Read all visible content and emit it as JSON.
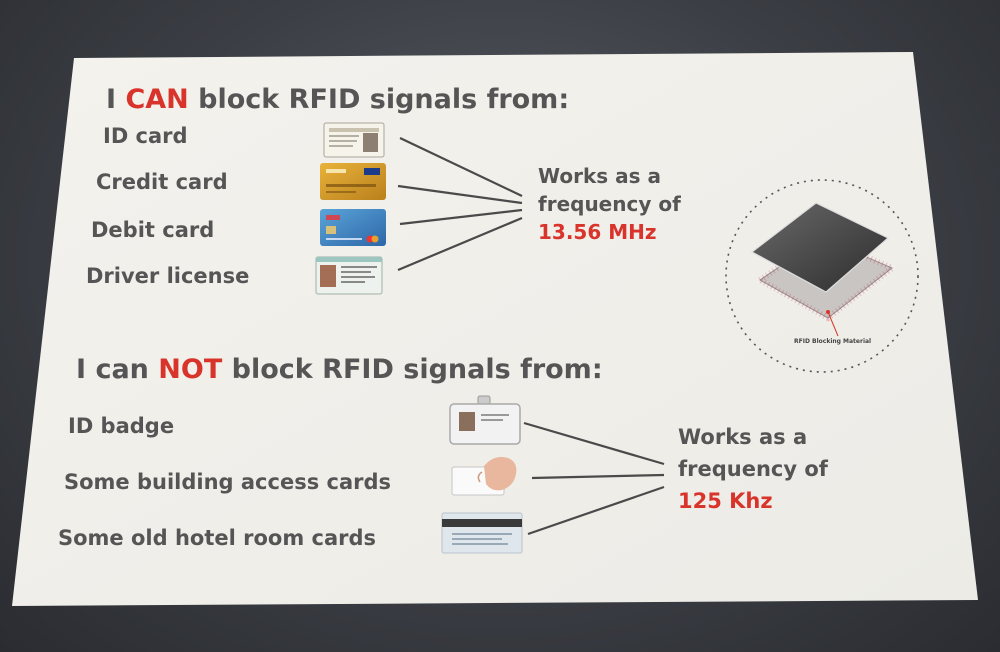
{
  "card": {
    "section1": {
      "heading_prefix": "I ",
      "heading_emph": "CAN",
      "heading_suffix": " block RFID signals from:",
      "items": [
        "ID card",
        "Credit card",
        "Debit card",
        "Driver license"
      ],
      "freq_line1": "Works as a",
      "freq_line2": "frequency of",
      "freq_value": "13.56 MHz"
    },
    "section2": {
      "heading_prefix": "I can ",
      "heading_emph": "NOT",
      "heading_suffix": " block RFID signals from:",
      "items": [
        "ID badge",
        "Some building access cards",
        "Some old hotel room cards"
      ],
      "freq_line1": "Works as a",
      "freq_line2": "frequency of",
      "freq_value": "125 Khz"
    },
    "material_label": "RFID Blocking Material"
  },
  "colors": {
    "accent_red": "#d9342b",
    "text_gray": "#555555",
    "card_bg": "#f3f1ec",
    "background": "#3b3e44"
  },
  "icons": [
    "id-card-icon",
    "credit-card-icon",
    "debit-card-icon",
    "driver-license-icon",
    "id-badge-icon",
    "access-card-icon",
    "hotel-card-icon",
    "rfid-material-icon"
  ]
}
